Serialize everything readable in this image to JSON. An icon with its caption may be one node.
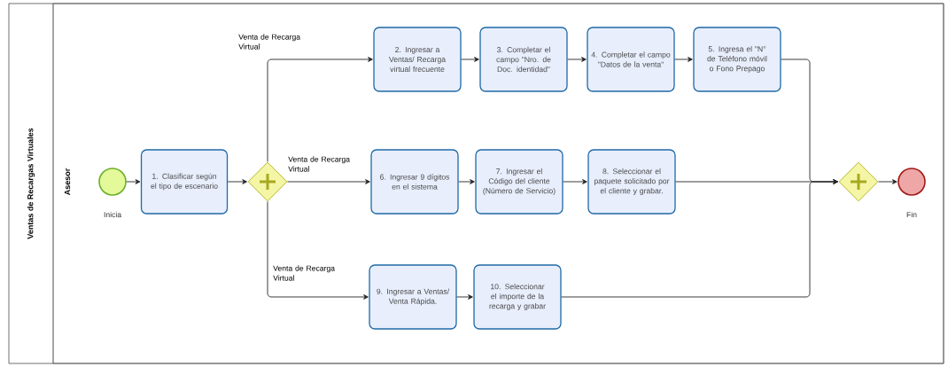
{
  "diagram": {
    "nodes": [
      {
        "text": [
          "Ventas de Recargas Virtuales"
        ]
      },
      {
        "text": [
          "Asesor"
        ],
        "in": 0
      },
      {
        "text": [],
        "shape": "circle",
        "beside": [
          "Inicia"
        ],
        "in": 1
      },
      {
        "text": [
          "1. Clasificar según el tipo de escenario"
        ],
        "in": 1
      },
      {
        "text": [],
        "shape": "diamond",
        "in": 1
      },
      {
        "text": [
          "2. Ingresar a Ventas/ Recarga virtual frecuente"
        ],
        "in": 1
      },
      {
        "text": [
          "3. Completar el campo \"Nro. de Doc. identidad\""
        ],
        "in": 1
      },
      {
        "text": [
          "4. Completar el campo \"Datos de la venta\""
        ],
        "in": 1
      },
      {
        "text": [
          "5. Ingresa el \"N° de Teléfono móvil o Fono Prepago"
        ],
        "in": 1
      },
      {
        "text": [
          "6. Ingresar 9 dígitos en el sistema"
        ],
        "in": 1
      },
      {
        "text": [
          "7. Ingresar el Código del cliente (Número de Servicio)"
        ],
        "in": 1
      },
      {
        "text": [
          "8. Seleccionar el paquete solicitado por el cliente y grabar."
        ],
        "in": 1
      },
      {
        "text": [
          "9. Ingresar a Ventas/ Venta Rápida."
        ],
        "in": 1
      },
      {
        "text": [
          "10. Seleccionar el importe de la recarga y grabar"
        ],
        "in": 1
      },
      {
        "text": [],
        "shape": "diamond",
        "in": 1
      },
      {
        "text": [],
        "shape": "circle",
        "beside": [
          "Fin"
        ],
        "in": 1
      }
    ],
    "edges": [
      {
        "from": 2,
        "to": 3,
        "arrow": "to"
      },
      {
        "from": 3,
        "to": 4,
        "arrow": "to"
      },
      {
        "from": 4,
        "to": 5,
        "arrow": "to",
        "label": "Venta de Recarga Virtual"
      },
      {
        "from": 4,
        "to": 9,
        "arrow": "to",
        "label": "Venta de Recarga Virtual"
      },
      {
        "from": 4,
        "to": 12,
        "arrow": "to",
        "label": "Venta de Recarga Virtual"
      },
      {
        "from": 5,
        "to": 6,
        "arrow": "to"
      },
      {
        "from": 6,
        "to": 7,
        "arrow": "to"
      },
      {
        "from": 7,
        "to": 8,
        "arrow": "to"
      },
      {
        "from": 9,
        "to": 10,
        "arrow": "to"
      },
      {
        "from": 10,
        "to": 11,
        "arrow": "to"
      },
      {
        "from": 12,
        "to": 13,
        "arrow": "to"
      },
      {
        "from": 8,
        "to": 14,
        "arrow": "to"
      },
      {
        "from": 11,
        "to": 14,
        "arrow": "to"
      },
      {
        "from": 13,
        "to": 14,
        "arrow": "to"
      },
      {
        "from": 14,
        "to": 15,
        "arrow": "to"
      }
    ]
  }
}
